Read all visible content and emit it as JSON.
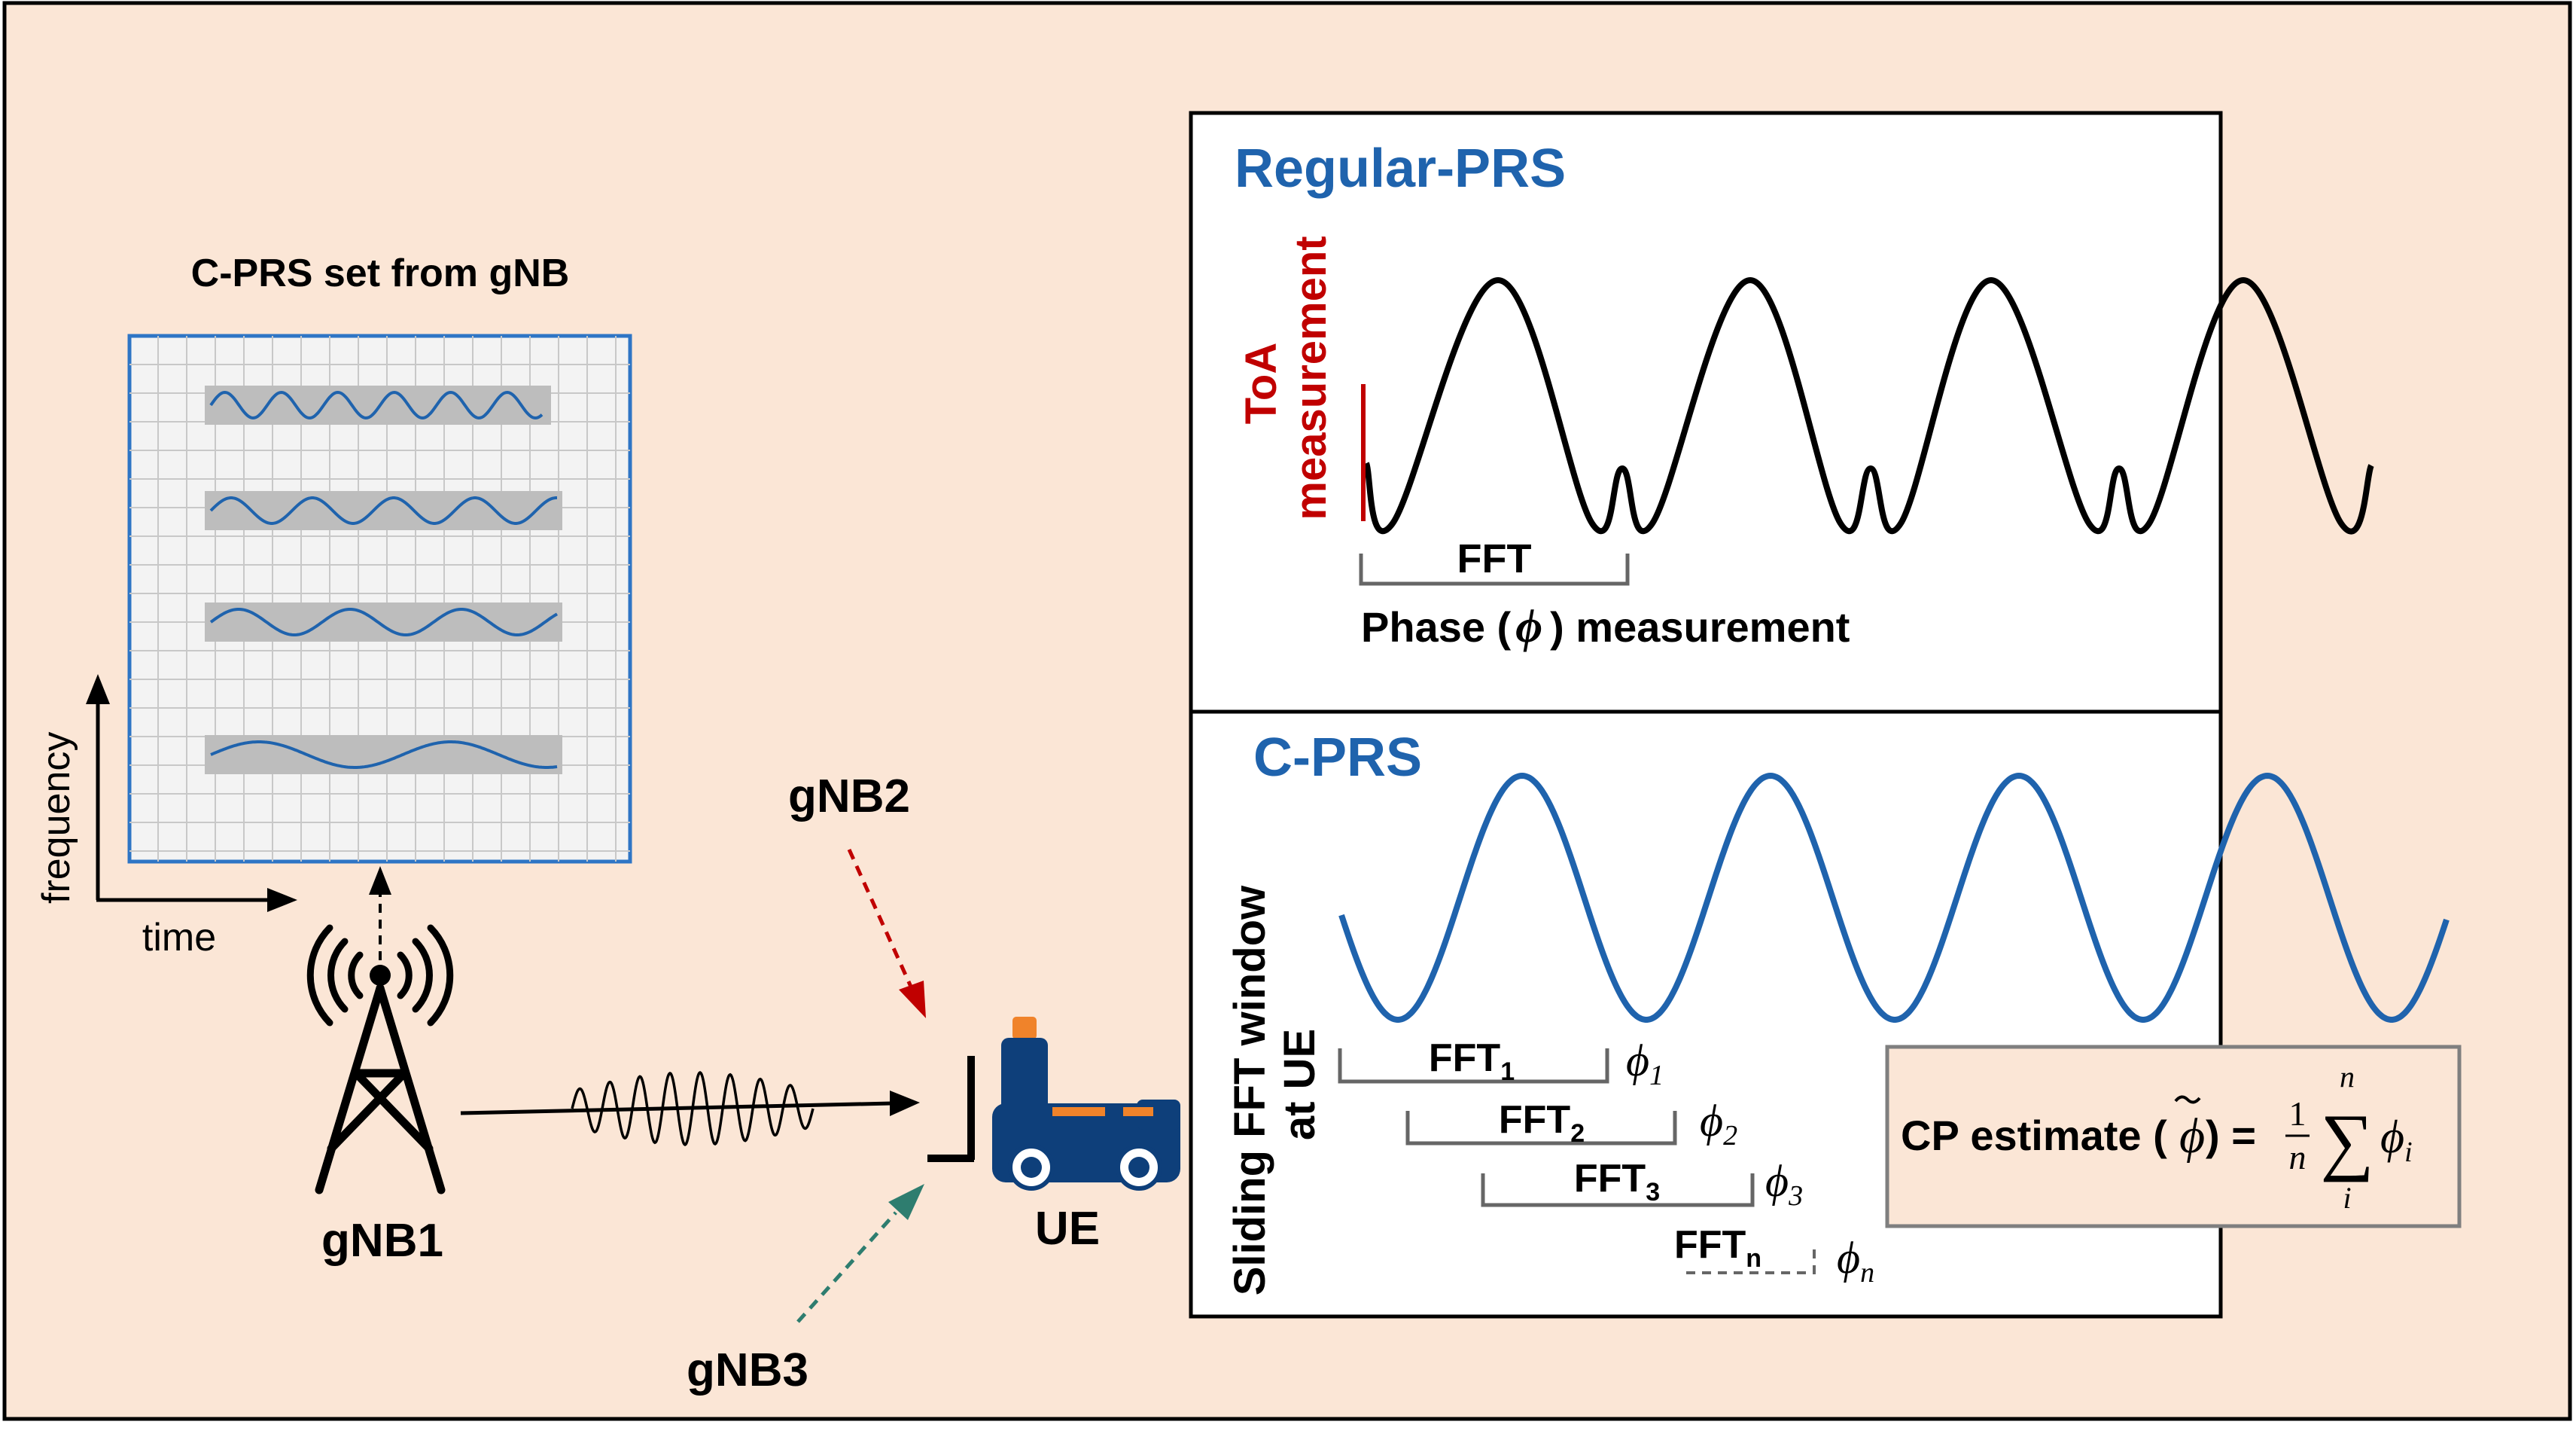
{
  "colors": {
    "background": "#fbe6d6",
    "panel_border": "#000000",
    "accent_blue": "#1f63ad",
    "toa_red": "#c00000",
    "grid_blue": "#2e75c5",
    "gnb2_arrow": "#c00000",
    "gnb3_arrow": "#2e7d6f",
    "ue_blue": "#0e3f7a",
    "ue_orange": "#f0832a"
  },
  "left": {
    "cprs_set_title": "C-PRS set from gNB",
    "axis_frequency": "frequency",
    "axis_time": "time",
    "gnb1_label": "gNB1",
    "gnb2_label": "gNB2",
    "gnb3_label": "gNB3",
    "ue_label": "UE"
  },
  "regular_prs": {
    "title": "Regular-PRS",
    "toa_line1": "ToA",
    "toa_line2": "measurement",
    "fft_label": "FFT",
    "phase_prefix": "Phase (",
    "phase_symbol": "ϕ",
    "phase_suffix": ") measurement"
  },
  "cprs": {
    "title": "C-PRS",
    "sliding_line1": "Sliding FFT window",
    "sliding_line2": "at UE",
    "windows": [
      {
        "fft": "FFT",
        "sub": "1",
        "phi": "ϕ",
        "phi_sub": "1"
      },
      {
        "fft": "FFT",
        "sub": "2",
        "phi": "ϕ",
        "phi_sub": "2"
      },
      {
        "fft": "FFT",
        "sub": "3",
        "phi": "ϕ",
        "phi_sub": "3"
      },
      {
        "fft": "FFT",
        "sub": "n",
        "phi": "ϕ",
        "phi_sub": "n"
      }
    ],
    "estimate_prefix": "CP estimate (",
    "estimate_symbol": "ϕ",
    "estimate_suffix": ") =",
    "estimate_num": "1",
    "estimate_den": "n",
    "sum_symbol": "∑",
    "sum_top": "n",
    "sum_bottom": "i",
    "sum_term": "ϕ",
    "sum_term_sub": "i"
  }
}
